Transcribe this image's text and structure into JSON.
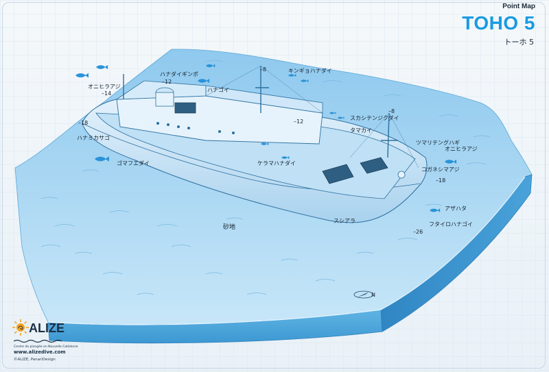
{
  "header": {
    "point_map": "Point Map",
    "title": "TOHO 5",
    "subtitle": "トーホ 5"
  },
  "labels": {
    "hanadaiginpo": "ハナダイギンポ",
    "kingyohanadai": "キンギョハナダイ",
    "onihiraaji_1": "オニヒラアジ",
    "hanagoi": "ハナゴイ",
    "sukashitenjikudai": "スカシテンジクダイ",
    "tamakai": "タマカイ",
    "hanamikasago": "ハナミカサゴ",
    "goma_fuedai": "ゴマフエダイ",
    "keramahanadai": "ケラマハナダイ",
    "tsumaritengohagi": "ツマリテングハギ",
    "onihiraaji_2": "オニヒラアジ",
    "koganeshimaaji": "コガネシマアジ",
    "azahata": "アザハタ",
    "shiara": "スシアラ",
    "futairohanagoi": "フタイロハナゴイ",
    "sand": "砂地"
  },
  "depths": {
    "d12_top": "–12",
    "d14": "–14",
    "d8_mast": "–8",
    "d18_stern": "–18",
    "d12_mid": "–12",
    "d8_bow": "–8",
    "d18_bow": "–18",
    "d26": "–26"
  },
  "logo": {
    "word": "ALIZE",
    "tagline": "Centre de plongée en Nouvelle Calédonie",
    "url": "www.alizedive.com",
    "copyright": "©ALIZE, PanariDesign"
  },
  "compass": {
    "letter": "N"
  },
  "colors": {
    "accent": "#1a9be0",
    "water_top": "#a9d6f3",
    "water_side": "#5aaede",
    "hull": "#cfe6f6",
    "fish": "#2a93d8"
  }
}
